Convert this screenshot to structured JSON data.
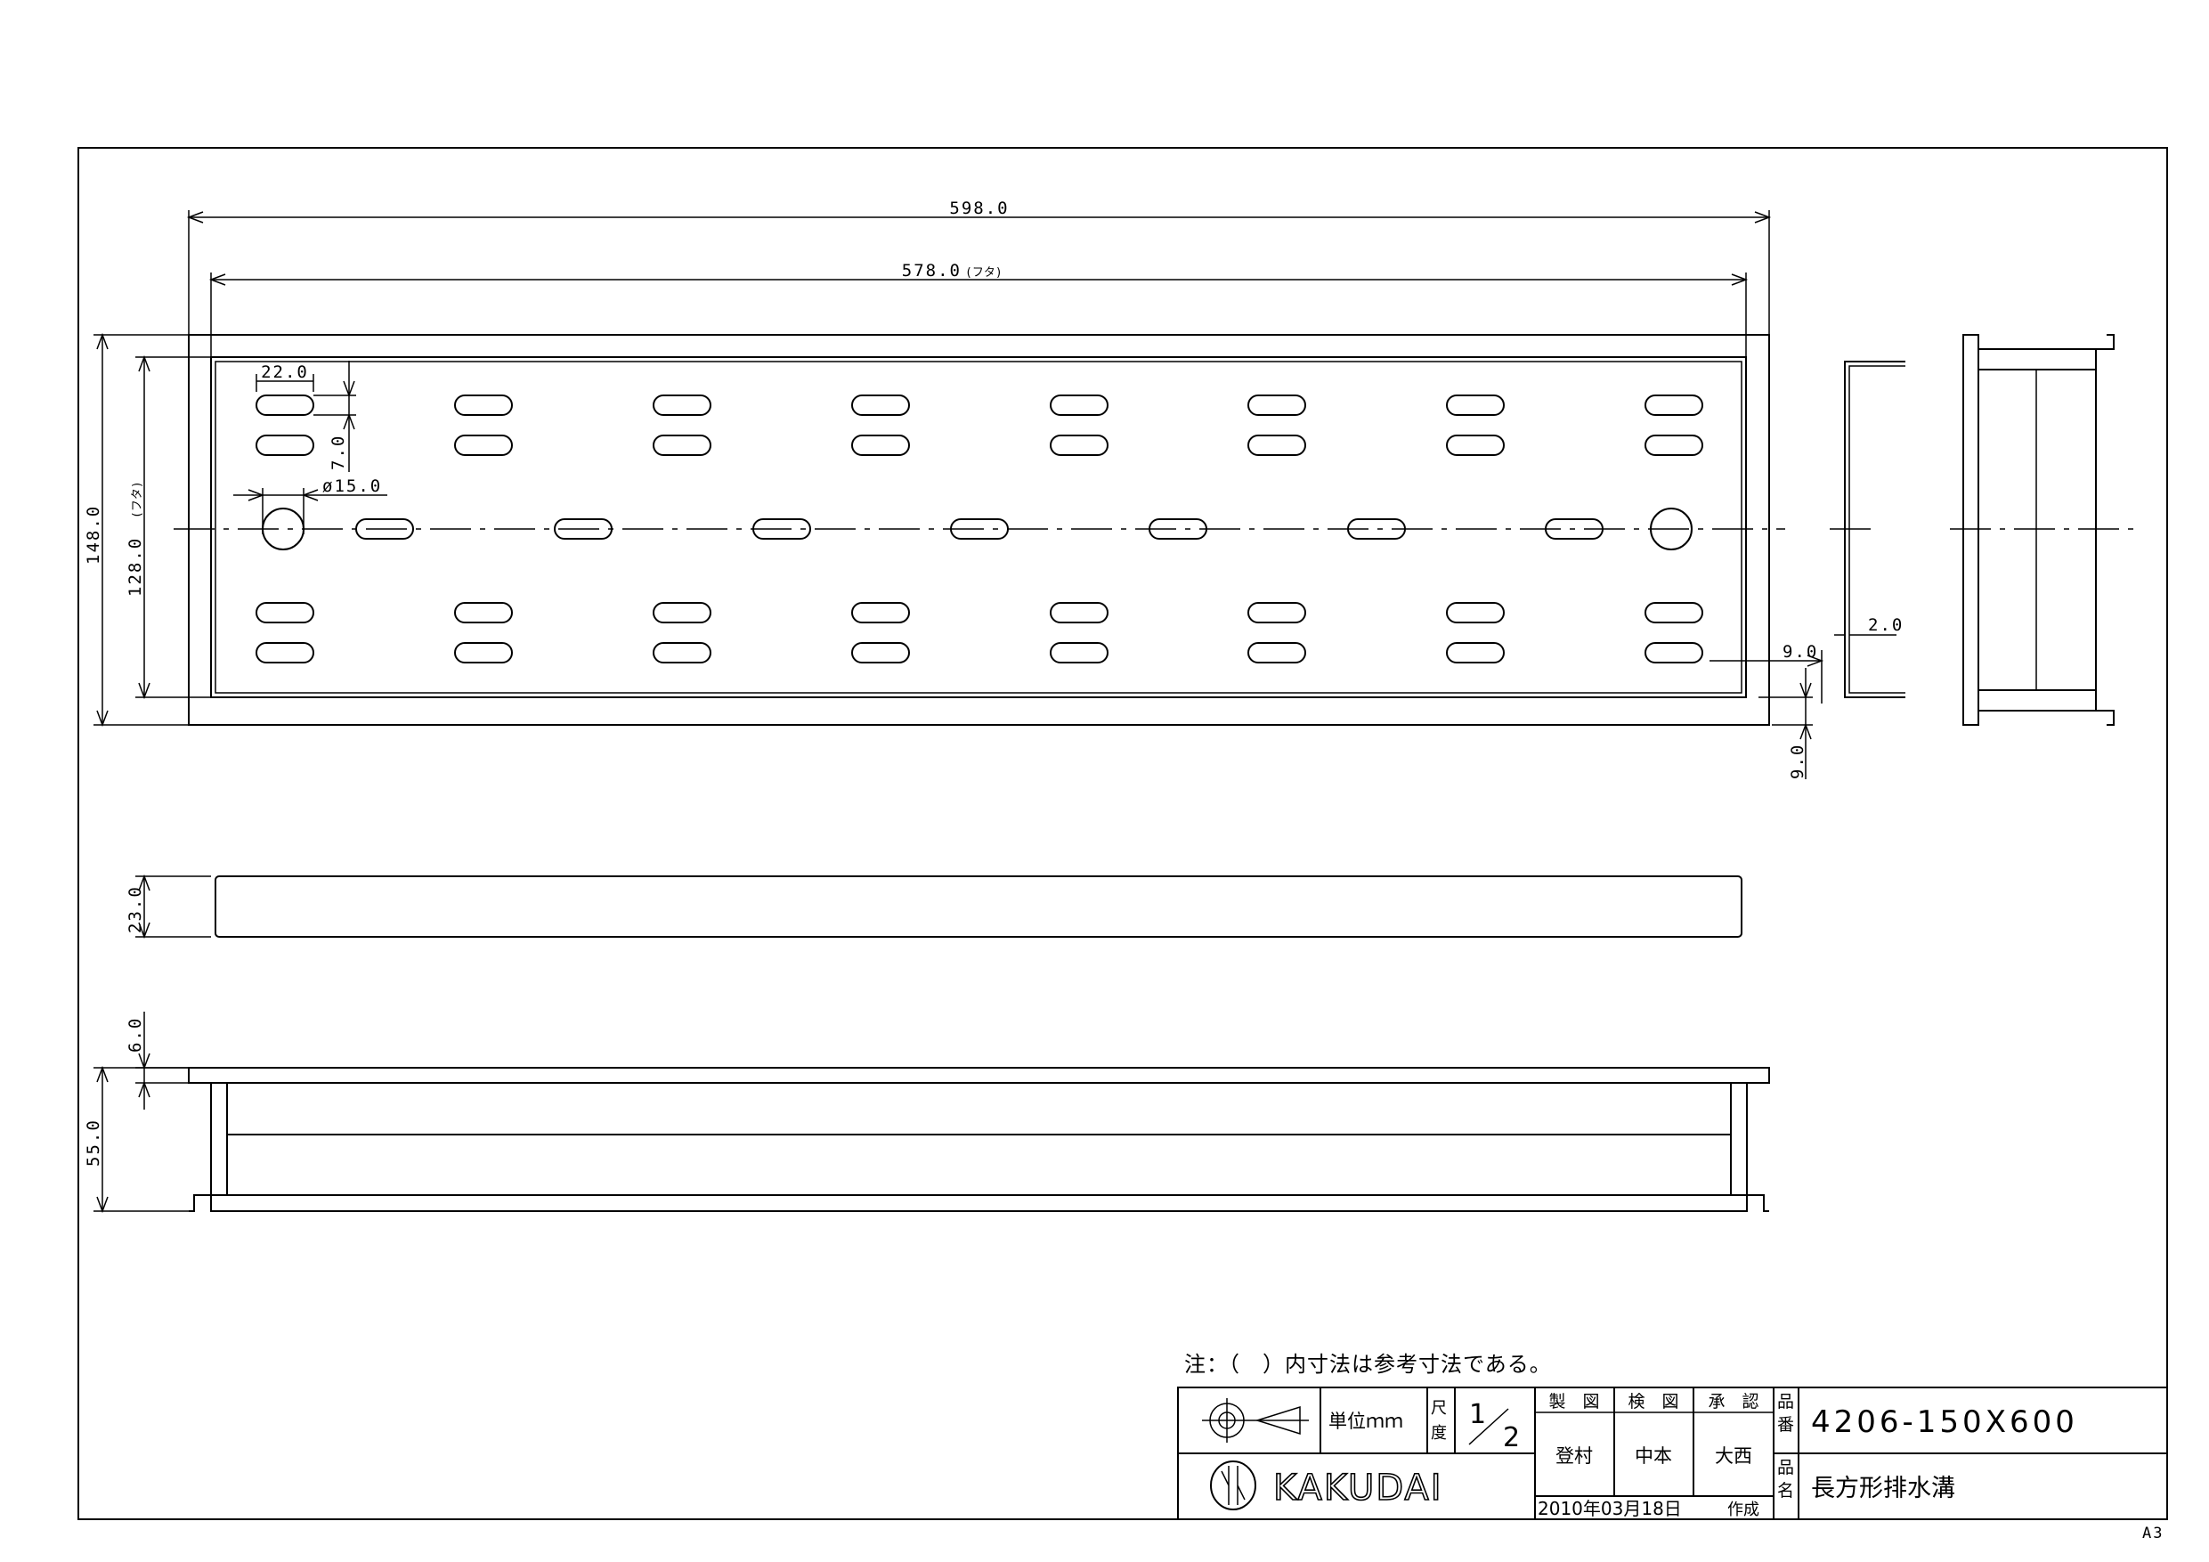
{
  "dimensions": {
    "total_length": "598.0",
    "lid_length": "578.0",
    "lid_suffix": "(フタ)",
    "slot_width": "22.0",
    "slot_pitch": "7.0",
    "hole_dia": "ø15.0",
    "total_width": "148.0",
    "lid_width": "128.0",
    "lid_width_suffix": "(フタ)",
    "thickness_side": "2.0",
    "flange_x": "9.0",
    "flange_y": "9.0",
    "lid_thickness": "23.0",
    "top_flange": "6.0",
    "body_depth": "55.0"
  },
  "note": "注：（　）内寸法は参考寸法である。",
  "title_block": {
    "unit_label": "単位ｍｍ",
    "scale_label": "尺度",
    "scale_num": "1",
    "scale_den": "2",
    "role_made": "製　図",
    "role_check": "検　図",
    "role_approve": "承　認",
    "person_made": "登村",
    "person_check": "中本",
    "person_approve": "大西",
    "part_no_label": "品番",
    "part_no": "4206-150X600",
    "part_name_label": "品名",
    "part_name": "長方形排水溝",
    "date": "2010年03月18日",
    "date_suffix": "作成",
    "logo_text": "KAKUDAI"
  },
  "sheet_size": "A3"
}
